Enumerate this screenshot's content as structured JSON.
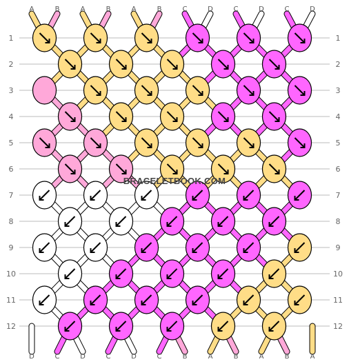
{
  "watermark": "BRACELETBOOK.COM",
  "colors": {
    "A": "#ffdd87",
    "B": "#ffa8d9",
    "C": "#ff66ff",
    "D": "#ffffff",
    "outline": "#000000",
    "grid": "#bbbbbb",
    "arrow": "#000000"
  },
  "strings_top": [
    "A",
    "B",
    "A",
    "B",
    "A",
    "B",
    "C",
    "D",
    "C",
    "D",
    "C",
    "D"
  ],
  "strings_bottom": [
    "D",
    "C",
    "D",
    "C",
    "D",
    "C",
    "B",
    "A",
    "B",
    "A",
    "B",
    "A"
  ],
  "row_numbers": [
    "1",
    "2",
    "3",
    "4",
    "5",
    "6",
    "7",
    "8",
    "9",
    "10",
    "11",
    "12"
  ],
  "rows": [
    {
      "row": "1",
      "knots": [
        {
          "c": "A",
          "d": "right"
        },
        {
          "c": "A",
          "d": "right"
        },
        {
          "c": "A",
          "d": "right"
        },
        {
          "c": "C",
          "d": "right"
        },
        {
          "c": "C",
          "d": "right"
        },
        {
          "c": "C",
          "d": "right"
        }
      ]
    },
    {
      "row": "2",
      "knots": [
        {
          "c": "A",
          "d": "right"
        },
        {
          "c": "A",
          "d": "right"
        },
        {
          "c": "A",
          "d": "right"
        },
        {
          "c": "C",
          "d": "right"
        },
        {
          "c": "C",
          "d": "right"
        }
      ]
    },
    {
      "row": "3",
      "knots": [
        {
          "c": "B",
          "d": "none"
        },
        {
          "c": "A",
          "d": "right"
        },
        {
          "c": "A",
          "d": "right"
        },
        {
          "c": "A",
          "d": "right"
        },
        {
          "c": "C",
          "d": "right"
        },
        {
          "c": "C",
          "d": "right"
        }
      ]
    },
    {
      "row": "4",
      "knots": [
        {
          "c": "B",
          "d": "right"
        },
        {
          "c": "A",
          "d": "right"
        },
        {
          "c": "A",
          "d": "right"
        },
        {
          "c": "C",
          "d": "right"
        },
        {
          "c": "C",
          "d": "right"
        }
      ]
    },
    {
      "row": "5",
      "knots": [
        {
          "c": "B",
          "d": "right"
        },
        {
          "c": "B",
          "d": "right"
        },
        {
          "c": "A",
          "d": "right"
        },
        {
          "c": "A",
          "d": "right"
        },
        {
          "c": "A",
          "d": "right"
        },
        {
          "c": "C",
          "d": "right"
        }
      ]
    },
    {
      "row": "6",
      "knots": [
        {
          "c": "B",
          "d": "right"
        },
        {
          "c": "B",
          "d": "right"
        },
        {
          "c": "A",
          "d": "right"
        },
        {
          "c": "A",
          "d": "right"
        },
        {
          "c": "A",
          "d": "right"
        }
      ]
    },
    {
      "row": "7",
      "knots": [
        {
          "c": "D",
          "d": "left"
        },
        {
          "c": "D",
          "d": "left"
        },
        {
          "c": "D",
          "d": "left"
        },
        {
          "c": "C",
          "d": "left"
        },
        {
          "c": "C",
          "d": "left"
        },
        {
          "c": "C",
          "d": "left"
        }
      ]
    },
    {
      "row": "8",
      "knots": [
        {
          "c": "D",
          "d": "left"
        },
        {
          "c": "D",
          "d": "left"
        },
        {
          "c": "C",
          "d": "left"
        },
        {
          "c": "C",
          "d": "left"
        },
        {
          "c": "C",
          "d": "left"
        }
      ]
    },
    {
      "row": "9",
      "knots": [
        {
          "c": "D",
          "d": "left"
        },
        {
          "c": "D",
          "d": "left"
        },
        {
          "c": "C",
          "d": "left"
        },
        {
          "c": "C",
          "d": "left"
        },
        {
          "c": "C",
          "d": "left"
        },
        {
          "c": "A",
          "d": "left"
        }
      ]
    },
    {
      "row": "10",
      "knots": [
        {
          "c": "D",
          "d": "left"
        },
        {
          "c": "C",
          "d": "left"
        },
        {
          "c": "C",
          "d": "left"
        },
        {
          "c": "C",
          "d": "left"
        },
        {
          "c": "A",
          "d": "left"
        }
      ]
    },
    {
      "row": "11",
      "knots": [
        {
          "c": "D",
          "d": "left"
        },
        {
          "c": "C",
          "d": "left"
        },
        {
          "c": "C",
          "d": "left"
        },
        {
          "c": "C",
          "d": "left"
        },
        {
          "c": "A",
          "d": "left"
        },
        {
          "c": "A",
          "d": "left"
        }
      ]
    },
    {
      "row": "12",
      "knots": [
        {
          "c": "C",
          "d": "left"
        },
        {
          "c": "C",
          "d": "left"
        },
        {
          "c": "C",
          "d": "left"
        },
        {
          "c": "A",
          "d": "left"
        },
        {
          "c": "A",
          "d": "left"
        }
      ]
    }
  ]
}
